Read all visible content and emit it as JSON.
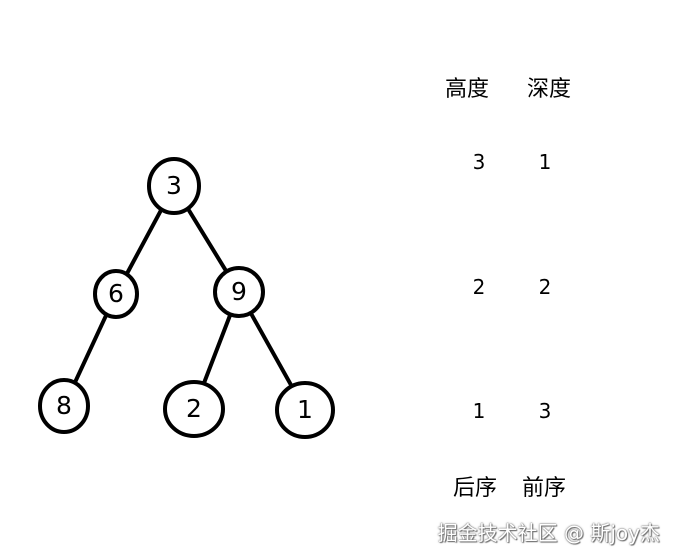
{
  "tree": {
    "nodes": [
      {
        "id": "n3",
        "label": "3"
      },
      {
        "id": "n6",
        "label": "6"
      },
      {
        "id": "n9",
        "label": "9"
      },
      {
        "id": "n8",
        "label": "8"
      },
      {
        "id": "n2",
        "label": "2"
      },
      {
        "id": "n1",
        "label": "1"
      }
    ],
    "edges": [
      {
        "from": "n3",
        "to": "n6"
      },
      {
        "from": "n3",
        "to": "n9"
      },
      {
        "from": "n6",
        "to": "n8"
      },
      {
        "from": "n9",
        "to": "n2"
      },
      {
        "from": "n9",
        "to": "n1"
      }
    ]
  },
  "table": {
    "header_top": {
      "height": "高度",
      "depth": "深度"
    },
    "rows": [
      {
        "height": "3",
        "depth": "1"
      },
      {
        "height": "2",
        "depth": "2"
      },
      {
        "height": "1",
        "depth": "3"
      }
    ],
    "footer": {
      "postorder": "后序",
      "preorder": "前序"
    }
  },
  "watermark": "掘金技术社区 @ 斯joy杰"
}
